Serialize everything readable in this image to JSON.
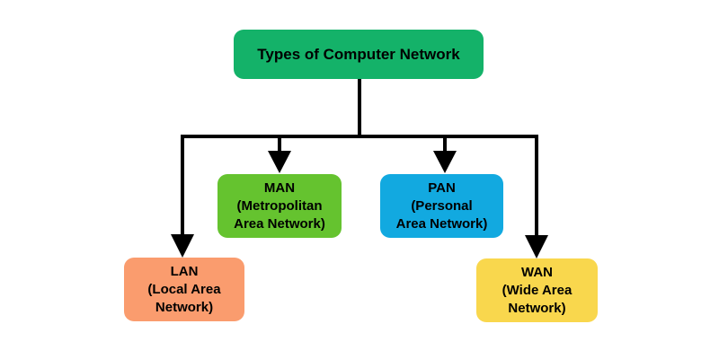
{
  "diagram": {
    "title": "Types of Computer Network",
    "title_color": "#14b269",
    "background_color": "#ffffff",
    "line_color": "#000000",
    "text_color": "#000000",
    "nodes": [
      {
        "id": "lan",
        "label": "LAN",
        "sublines": [
          "(Local Area",
          "Network)"
        ],
        "full_name": "Local Area Network",
        "color": "#fa9c6e"
      },
      {
        "id": "man",
        "label": "MAN",
        "sublines": [
          "(Metropolitan",
          "Area Network)"
        ],
        "full_name": "Metropolitan Area Network",
        "color": "#65c32f"
      },
      {
        "id": "pan",
        "label": "PAN",
        "sublines": [
          "(Personal",
          "Area Network)"
        ],
        "full_name": "Personal Area Network",
        "color": "#12a9e0"
      },
      {
        "id": "wan",
        "label": "WAN",
        "sublines": [
          "(Wide Area",
          "Network)"
        ],
        "full_name": "Wide Area Network",
        "color": "#f9d74d"
      }
    ]
  }
}
